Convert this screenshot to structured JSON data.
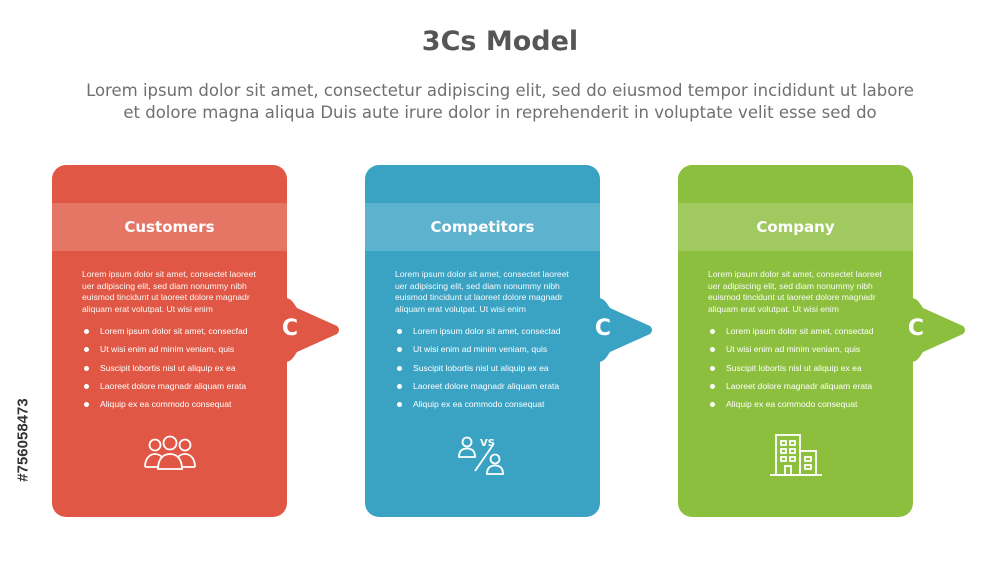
{
  "header": {
    "title": "3Cs Model",
    "subtitle_line1": "Lorem ipsum dolor sit amet, consectetur adipiscing elit, sed do eiusmod tempor incididunt ut labore",
    "subtitle_line2": "et dolore magna aliqua Duis aute irure dolor in reprehenderit in voluptate velit esse sed do"
  },
  "stock_id": "#756058473",
  "colors": {
    "customers": "#e05845",
    "competitors": "#3aa3c4",
    "company": "#8cbf3e"
  },
  "cards": [
    {
      "title": "Customers",
      "letter": "C",
      "description": "Lorem ipsum dolor sit amet, consectet laoreet uer adipiscing elit, sed diam nonummy nibh euismod tincidunt ut laoreet dolore magnadr aliquam erat volutpat. Ut wisi enim",
      "bullets": [
        "Lorem ipsum dolor sit amet, consecfad",
        "Ut wisi enim ad minim veniam, quis",
        "Suscipit lobortis nisl ut aliquip ex ea",
        "Laoreet dolore magnadr aliquam erata",
        "Aliquip ex ea commodo consequat"
      ],
      "icon": "people-group-icon"
    },
    {
      "title": "Competitors",
      "letter": "C",
      "description": "Lorem ipsum dolor sit amet, consectet laoreet uer adipiscing elit, sed diam nonummy nibh euismod tincidunt ut laoreet dolore magnadr aliquam erat volutpat. Ut wisi enim",
      "bullets": [
        "Lorem ipsum dolor sit amet, consectad",
        "Ut wisi enim ad minim veniam, quis",
        "Suscipit lobortis nisl ut aliquip ex ea",
        "Laoreet dolore magnadr aliquam erata",
        "Aliquip ex ea commodo consequat"
      ],
      "icon": "person-versus-person-icon",
      "icon_text": "VS"
    },
    {
      "title": "Company",
      "letter": "C",
      "description": "Lorem ipsum dolor sit amet, consectet laoreet uer adipiscing elit, sed diam nonummy nibh euismod tincidunt ut laoreet dolore magnadr aliquam erat volutpat. Ut wisi enim",
      "bullets": [
        "Lorem ipsum dolor sit amet, consectad",
        "Ut wisi enim ad minim veniam, quis",
        "Suscipit lobortis nisl ut aliquip ex ea",
        "Laoreet dolore magnadr aliquam erata",
        "Aliquip ex ea commodo consequat"
      ],
      "icon": "office-building-icon"
    }
  ]
}
